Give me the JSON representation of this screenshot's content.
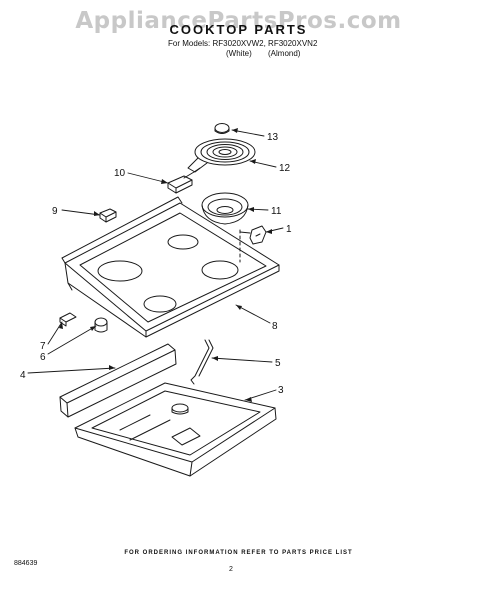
{
  "header": {
    "watermark": "AppliancePartsPros.com",
    "title": "COOKTOP PARTS",
    "models": "For Models: RF3020XVW2, RF3020XVN2",
    "variant_white": "(White)",
    "variant_almond": "(Almond)"
  },
  "callouts": {
    "p1": "1",
    "p3": "3",
    "p4": "4",
    "p5": "5",
    "p6": "6",
    "p7": "7",
    "p8": "8",
    "p9": "9",
    "p10": "10",
    "p11": "11",
    "p12": "12",
    "p13": "13"
  },
  "footer": {
    "note": "FOR ORDERING INFORMATION REFER TO PARTS PRICE LIST",
    "code": "884639",
    "page": "2"
  }
}
